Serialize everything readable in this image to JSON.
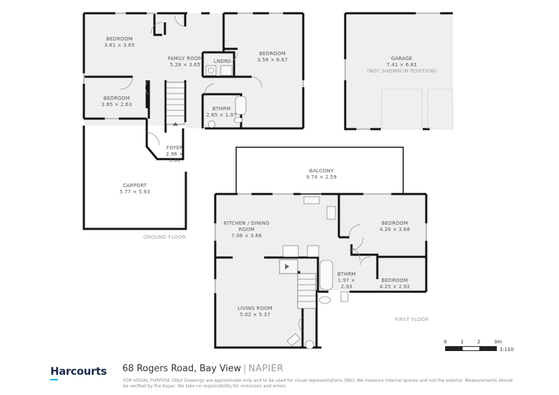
{
  "ground_floor": {
    "label": "GROUND FLOOR",
    "rooms": [
      {
        "name": "BEDROOM",
        "dims": "3.61 × 3.65"
      },
      {
        "name": "FAMILY ROOM",
        "dims": "5.28 × 3.65"
      },
      {
        "name": "LNDRY",
        "dims": ""
      },
      {
        "name": "BEDROOM",
        "dims": "3.58 × 6.67"
      },
      {
        "name": "BEDROOM",
        "dims": "3.65 × 2.63"
      },
      {
        "name": "BTHRM",
        "dims": "2.65 × 1.97"
      },
      {
        "name": "FOYER",
        "dims": "2.96 ×",
        "dims2": "3.01"
      },
      {
        "name": "CARPORT",
        "dims": "5.77 × 5.93"
      }
    ]
  },
  "garage": {
    "name": "GARAGE",
    "dims": "7.41 × 6.81",
    "note": "(NOT SHOWN IN POSITION)"
  },
  "first_floor": {
    "label": "FIRST FLOOR",
    "rooms": [
      {
        "name": "BALCONY",
        "dims": "9.74 × 2.59"
      },
      {
        "name": "KITCHEN / DINING",
        "name2": "ROOM",
        "dims": "7.06 × 3.66"
      },
      {
        "name": "BEDROOM",
        "dims": "4.26 × 3.66"
      },
      {
        "name": "BTHRM",
        "dims": "1.97 ×",
        "dims2": "2.93"
      },
      {
        "name": "BEDROOM",
        "dims": "4.25 × 2.92"
      },
      {
        "name": "LIVING ROOM",
        "dims": "5.02 × 5.37"
      }
    ]
  },
  "scale": {
    "ticks": [
      "0",
      "1",
      "2",
      "3m"
    ],
    "ratio": "1:110"
  },
  "footer": {
    "brand": "Harcourts",
    "address": "68 Rogers Road, Bay View",
    "city": "NAPIER",
    "disclaimer": "FOR VISUAL PURPOSE ONLY Drawings are approximate only and to be used for visual representations ONLY. We measure internal spaces and not the exterior. Measurements should be verified by the buyer. We take no responsibility for omissions and errors."
  },
  "colors": {
    "wall": "#111111",
    "floor": "#efefef",
    "brand": "#1b2a4a",
    "accent": "#00adef"
  }
}
